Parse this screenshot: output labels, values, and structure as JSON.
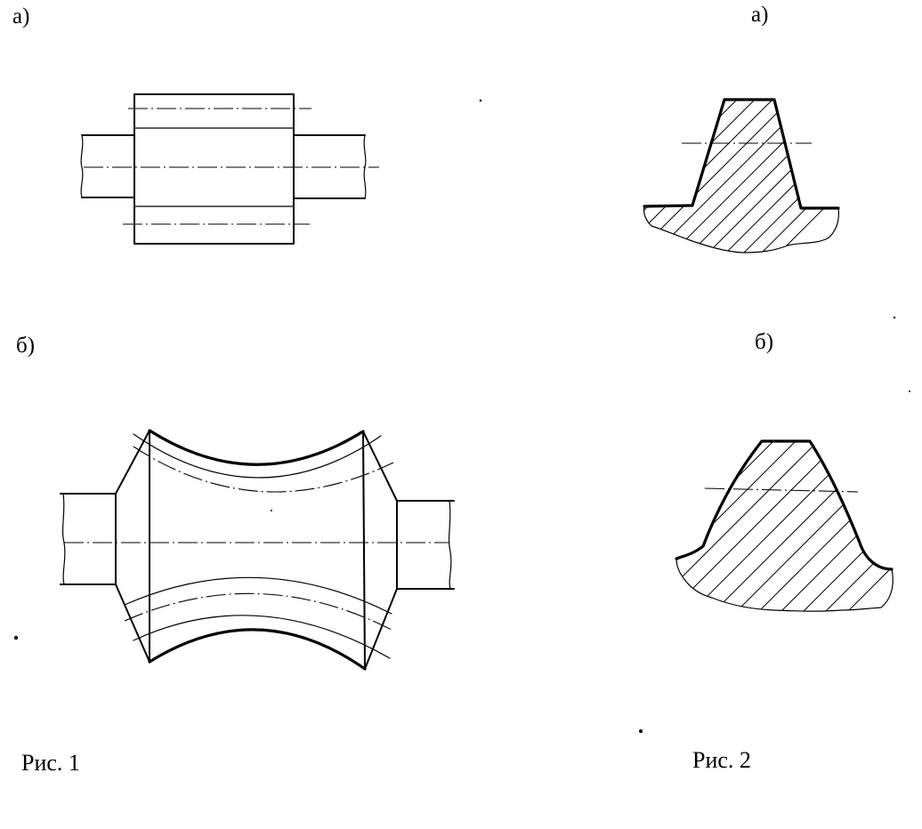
{
  "figure1": {
    "label_a": "а)",
    "label_b": "б)",
    "caption": "Рис. 1"
  },
  "figure2": {
    "label_a": "а)",
    "label_b": "б)",
    "caption": "Рис. 2"
  }
}
